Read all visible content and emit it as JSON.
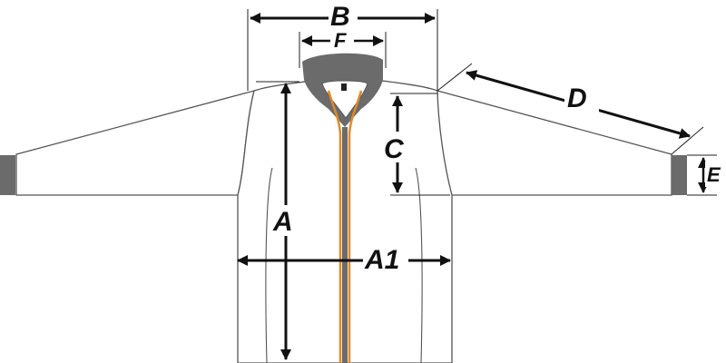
{
  "labels": {
    "a": "A",
    "a1": "A1",
    "b": "B",
    "c": "C",
    "d": "D",
    "e": "E",
    "f": "F"
  },
  "colors": {
    "outline": "#555555",
    "arrow": "#111111",
    "collar": "#6b6b6b",
    "cuff": "#6b6b6b",
    "zipper": "#e0892a",
    "zipper_teeth": "#6b6b6b"
  }
}
